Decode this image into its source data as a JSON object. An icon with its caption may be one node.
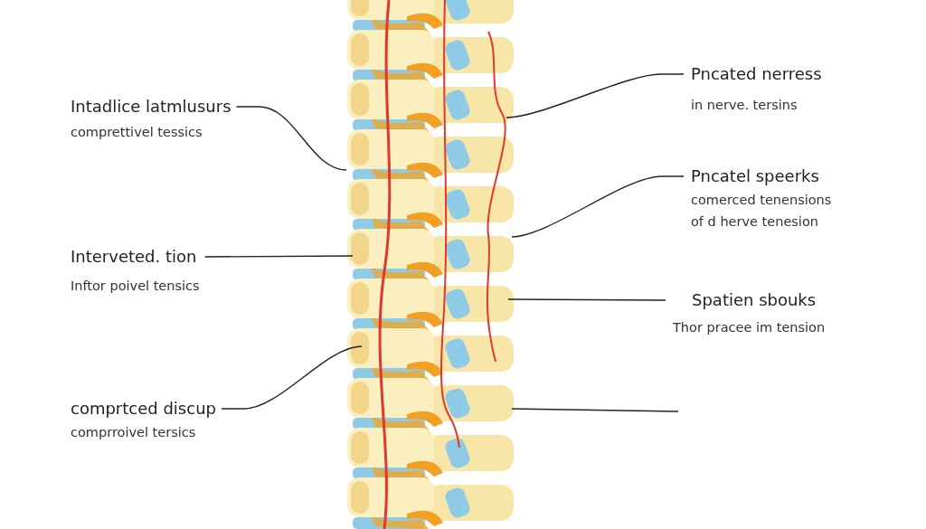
{
  "diagram": {
    "nodes": [
      {
        "text": [],
        "shape": "picture"
      },
      {
        "text": [
          "Intadlice latmlusurs",
          "comprettivel tessics"
        ]
      },
      {
        "text": [
          "Interveted. tion",
          "Inftor poivel tensics"
        ]
      },
      {
        "text": [
          "comprtced discup",
          "comprroivel tersics"
        ]
      },
      {
        "text": [
          "Pncated nerress",
          "in nerve. tersins"
        ]
      },
      {
        "text": [
          "Pncatel speerks",
          "comerced tenensions of d herve tenesion"
        ]
      },
      {
        "text": [
          "Spatien sbouks",
          "Thor pracee im tension"
        ]
      }
    ],
    "edges": [
      {
        "from": 1,
        "to": 0,
        "arrow": "none"
      },
      {
        "from": 2,
        "to": 0,
        "arrow": "none"
      },
      {
        "from": 3,
        "to": 0,
        "arrow": "none"
      },
      {
        "from": 4,
        "to": 0,
        "arrow": "none"
      },
      {
        "from": 5,
        "to": 0,
        "arrow": "none"
      },
      {
        "from": 6,
        "to": 0,
        "arrow": "none"
      },
      {
        "from": null,
        "to": 0,
        "arrow": "none"
      }
    ]
  }
}
